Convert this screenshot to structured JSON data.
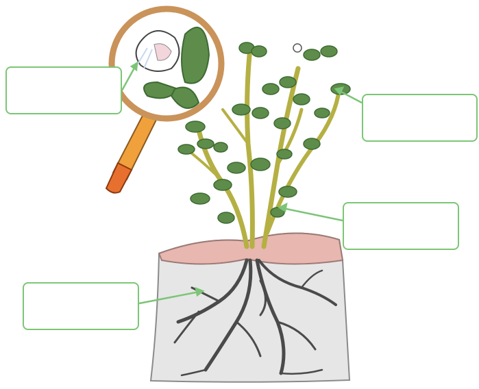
{
  "diagram": {
    "labels": [
      {
        "id": "flower",
        "text": ""
      },
      {
        "id": "leaf",
        "text": ""
      },
      {
        "id": "stem",
        "text": ""
      },
      {
        "id": "root",
        "text": ""
      }
    ]
  },
  "colors": {
    "leaf": "#5e8c4a",
    "leaf_dark": "#3d6a32",
    "stem": "#b5b043",
    "soil_top": "#e8b7b0",
    "soil_body": "#e6e6e6",
    "root": "#4a4a4a",
    "pointer": "#7cc576",
    "lens_rim": "#c9935a",
    "handle": "#f0a13c",
    "handle_cap": "#e8702e"
  }
}
